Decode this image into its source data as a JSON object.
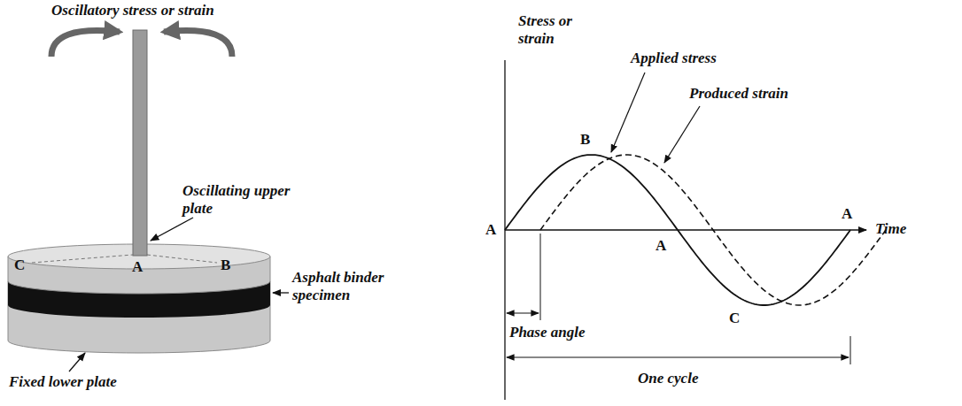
{
  "diagram": {
    "labels": [
      "Oscillatory stress or strain",
      "Oscillating upper plate",
      "C",
      "A",
      "B",
      "Asphalt binder specimen",
      "Fixed lower plate",
      "Stress or strain",
      "Applied stress",
      "B",
      "Produced strain",
      "A",
      "A",
      "A",
      "Time",
      "C",
      "Phase angle",
      "One cycle"
    ]
  }
}
